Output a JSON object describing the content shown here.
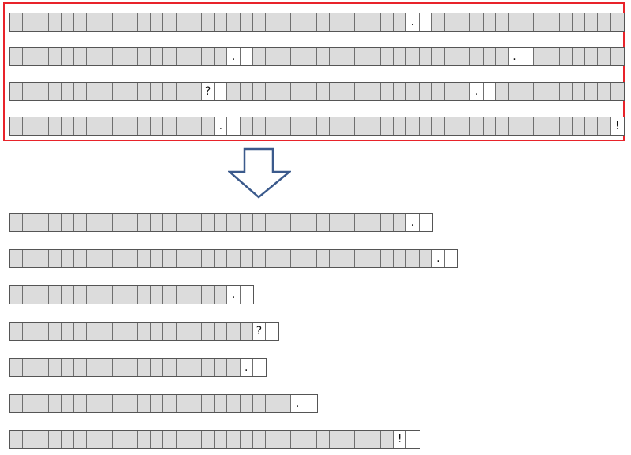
{
  "cells_per_top_row": 48,
  "colors": {
    "frame": "#e8232a",
    "arrow": "#3b5a8c",
    "filled_cell": "#dcdcdc",
    "empty_cell": "#ffffff",
    "cell_border": "#6f6f6f"
  },
  "icons": {
    "transform": "down-arrow-icon"
  },
  "top_rows": [
    [
      {
        "index": 31,
        "char": "."
      }
    ],
    [
      {
        "index": 17,
        "char": "."
      },
      {
        "index": 39,
        "char": "."
      }
    ],
    [
      {
        "index": 15,
        "char": "?"
      },
      {
        "index": 36,
        "char": "."
      }
    ],
    [
      {
        "index": 16,
        "char": "."
      },
      {
        "index": 47,
        "char": "!"
      }
    ]
  ],
  "sentences": [
    {
      "letters": 31,
      "char": "."
    },
    {
      "letters": 33,
      "char": "."
    },
    {
      "letters": 17,
      "char": "."
    },
    {
      "letters": 19,
      "char": "?"
    },
    {
      "letters": 18,
      "char": "."
    },
    {
      "letters": 22,
      "char": "."
    },
    {
      "letters": 30,
      "char": "!"
    }
  ]
}
